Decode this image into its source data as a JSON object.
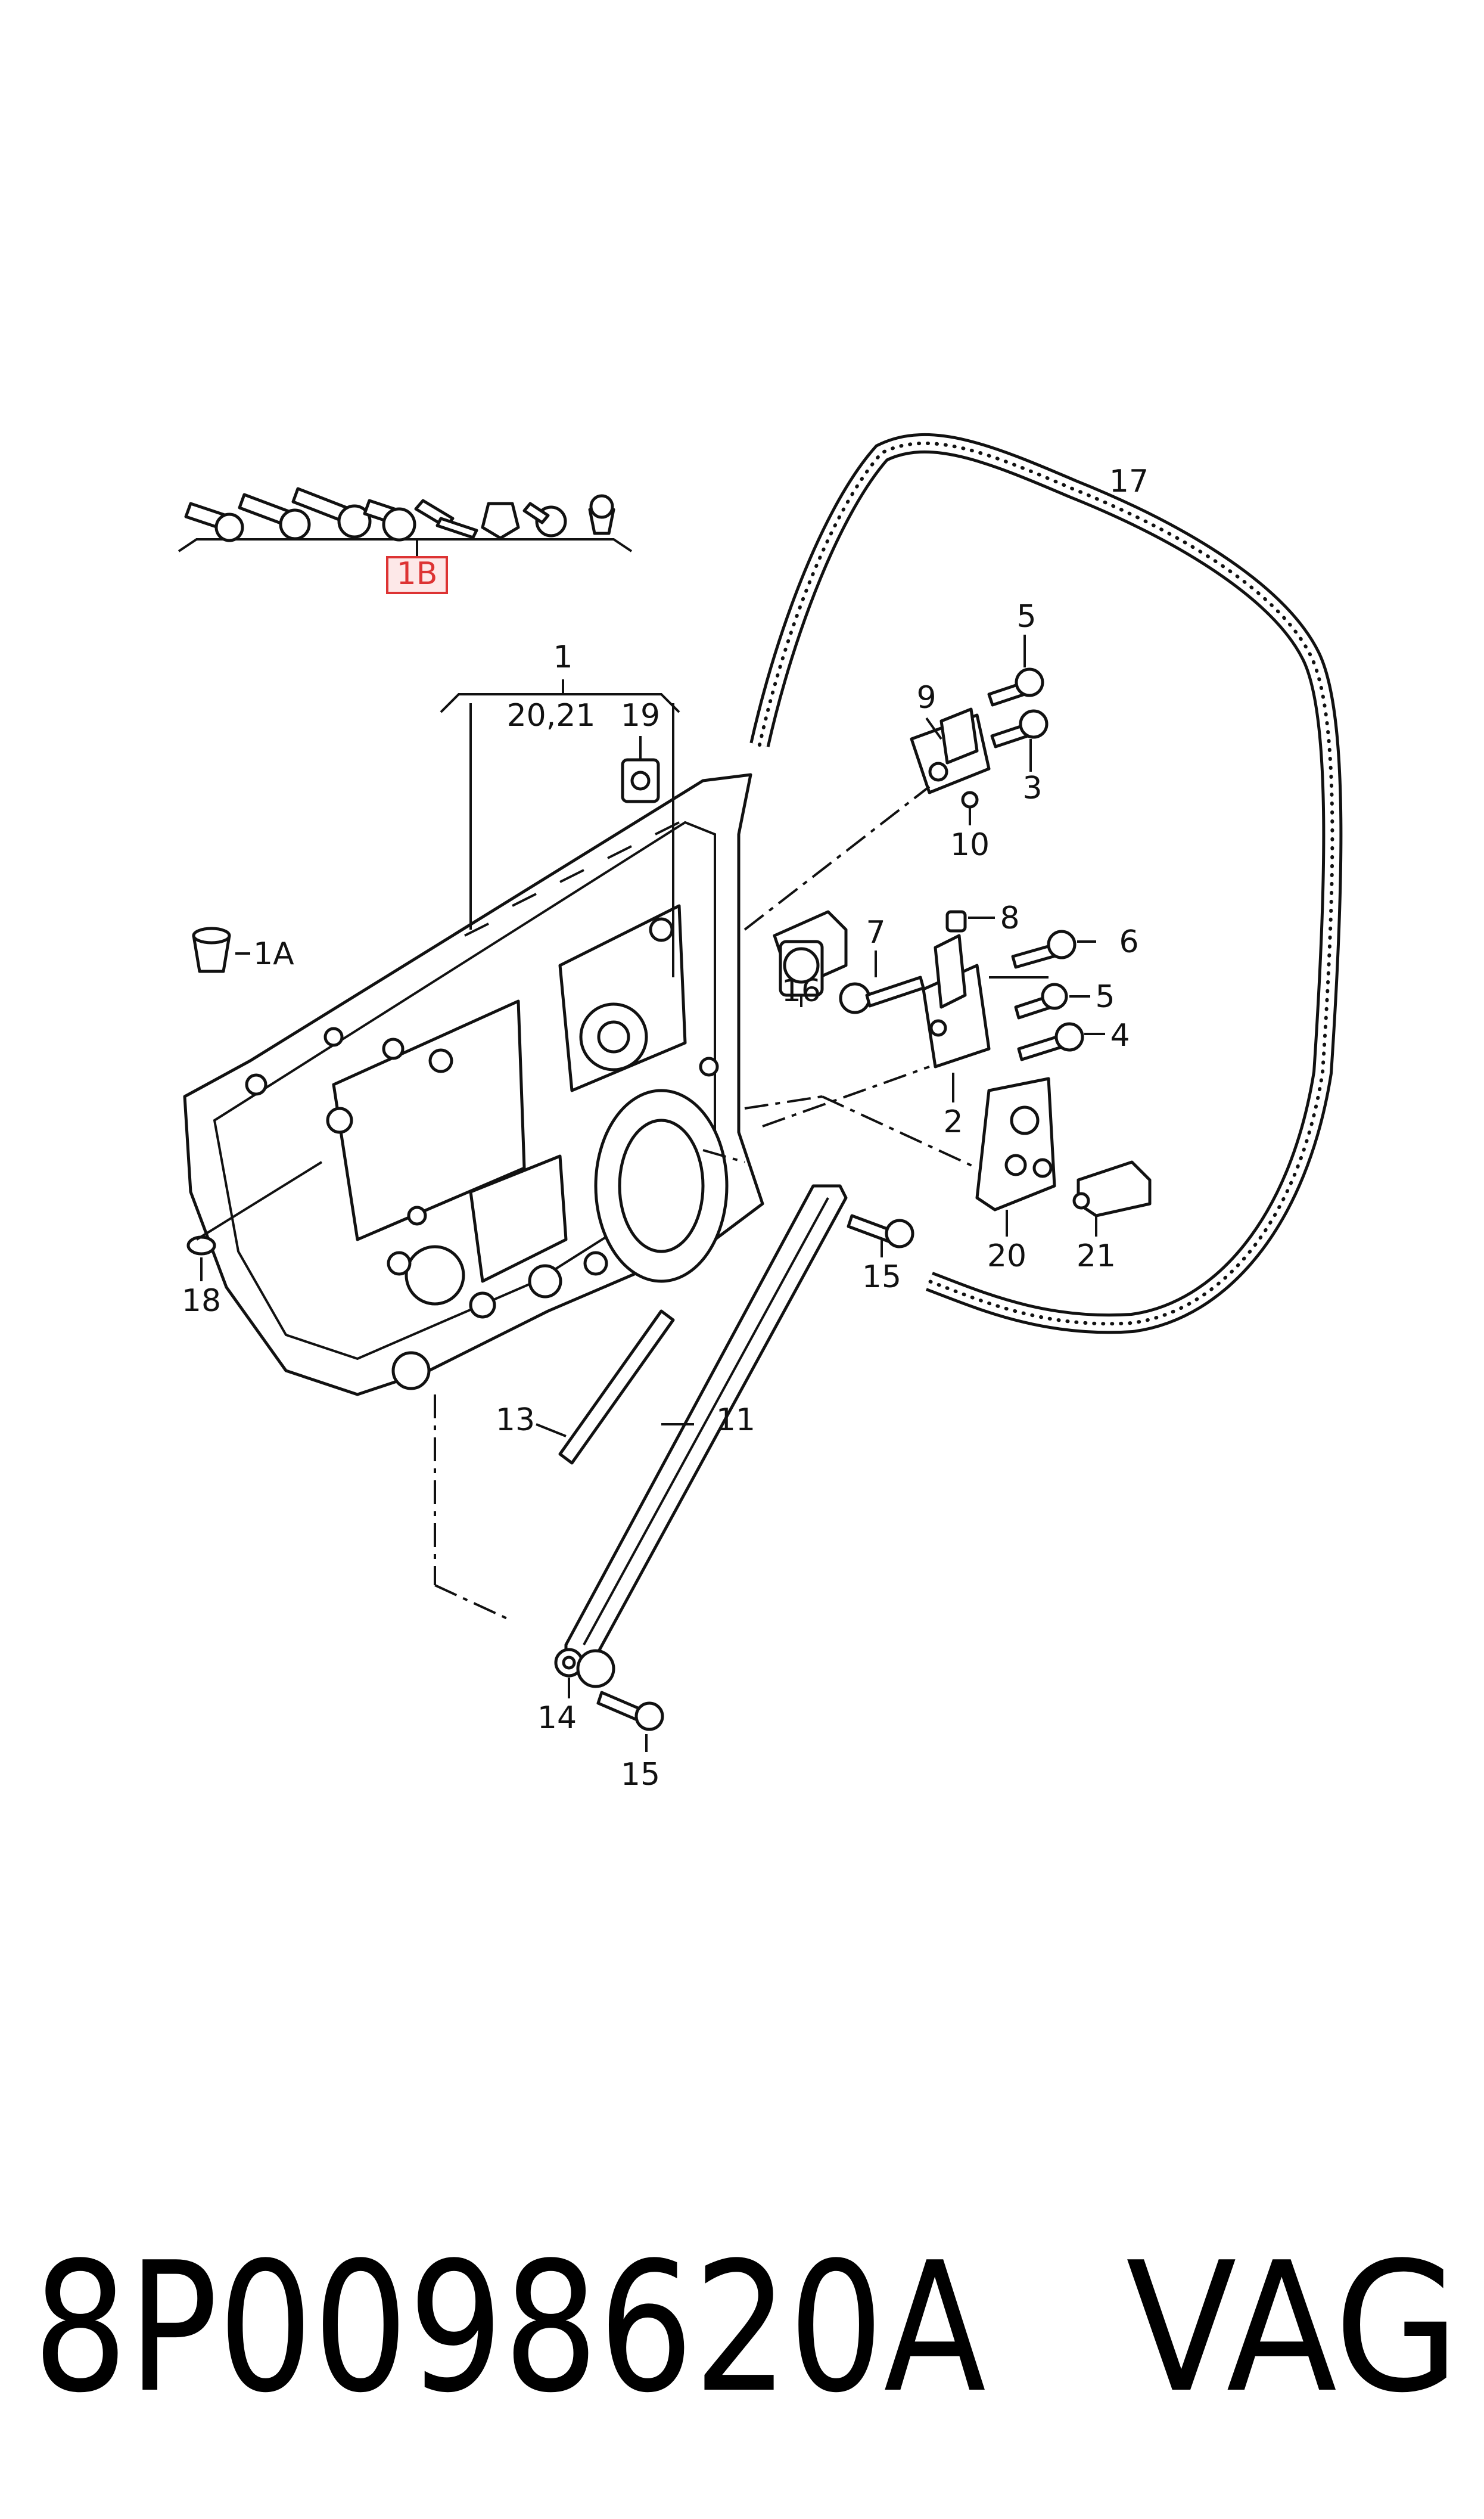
{
  "callouts": {
    "c1B": "1B",
    "c1": "1",
    "c20_21": "20,21",
    "c19": "19",
    "c1A": "1A",
    "c17": "17",
    "c9": "9",
    "c5a": "5",
    "c3": "3",
    "c10": "10",
    "c8": "8",
    "c7": "7",
    "c6": "6",
    "c5b": "5",
    "c4": "4",
    "c16": "16",
    "c2": "2",
    "c20": "20",
    "c21": "21",
    "c15a": "15",
    "c18": "18",
    "c13": "13",
    "c11": "11",
    "c14": "14",
    "c15b": "15"
  },
  "footer": {
    "part_number": "8P0098620A",
    "brand": "VAG"
  },
  "colors": {
    "ink": "#111111",
    "highlight": "#dd3333",
    "highlight_fill": "#fde8e8"
  }
}
